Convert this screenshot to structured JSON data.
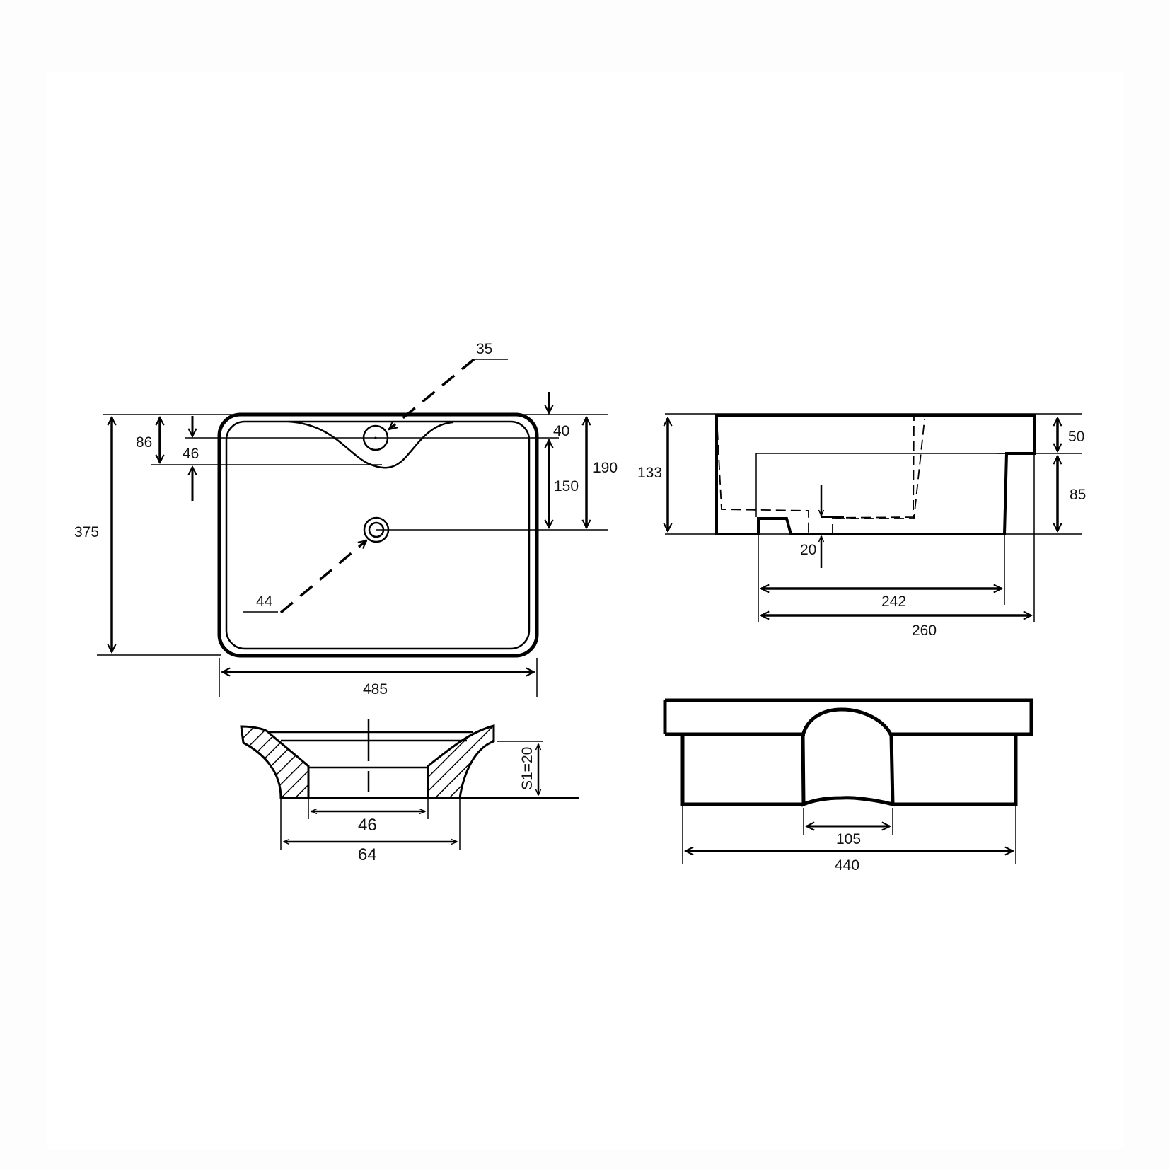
{
  "drawing": {
    "subject": "Washbasin technical drawing",
    "line_color": "#000000",
    "background_color": "#ffffff",
    "views": {
      "top_view": {
        "labels": {
          "overall_width": "485",
          "overall_depth": "375",
          "tap_hole_diameter": "35",
          "drain_diameter": "44",
          "tap_hole_to_back": "40",
          "tap_to_drain": "150",
          "drain_to_back": "190",
          "bowl_notch_depth": "86",
          "notch_offset": "46"
        }
      },
      "side_section": {
        "labels": {
          "overall_height": "133",
          "rim_height": "50",
          "lower_height": "85",
          "base_step": "20",
          "inner_width": "242",
          "outer_width": "260"
        }
      },
      "overflow_detail": {
        "labels": {
          "inner_diameter": "46",
          "outer_diameter": "64",
          "thickness": "S1=20"
        }
      },
      "front_view": {
        "labels": {
          "cutout_width": "105",
          "body_width": "440"
        }
      }
    }
  }
}
